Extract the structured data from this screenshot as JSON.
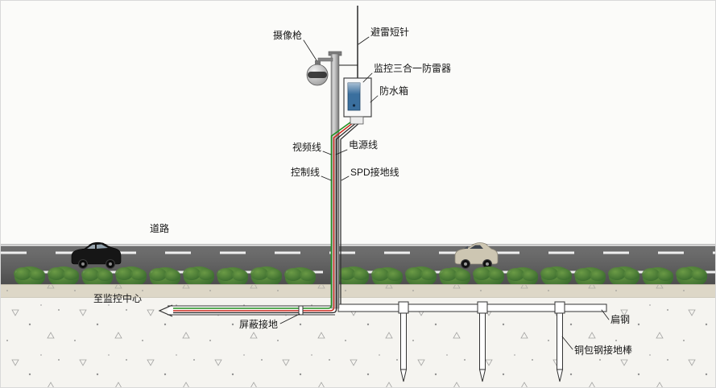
{
  "labels": {
    "camera": "摄像枪",
    "lightning_rod": "避雷短针",
    "surge_protector": "监控三合一防雷器",
    "waterproof_box": "防水箱",
    "video_cable": "视频线",
    "power_cable": "电源线",
    "control_cable": "控制线",
    "spd_ground_cable": "SPD接地线",
    "road": "道路",
    "to_monitoring_center": "至监控中心",
    "shield_ground": "屏蔽接地",
    "flat_steel": "扁钢",
    "copper_clad_ground_rod": "铜包钢接地棒"
  },
  "colors": {
    "video_cable": "#1f8f1f",
    "power_cable": "#cc2a1e",
    "control_cable": "#222222",
    "spd_ground_cable": "#333333",
    "road_asphalt": "#5d5d5d",
    "lane_marking": "#efefef",
    "bush_green": "#2d5f28",
    "device_blue": "#3a6f9e"
  }
}
